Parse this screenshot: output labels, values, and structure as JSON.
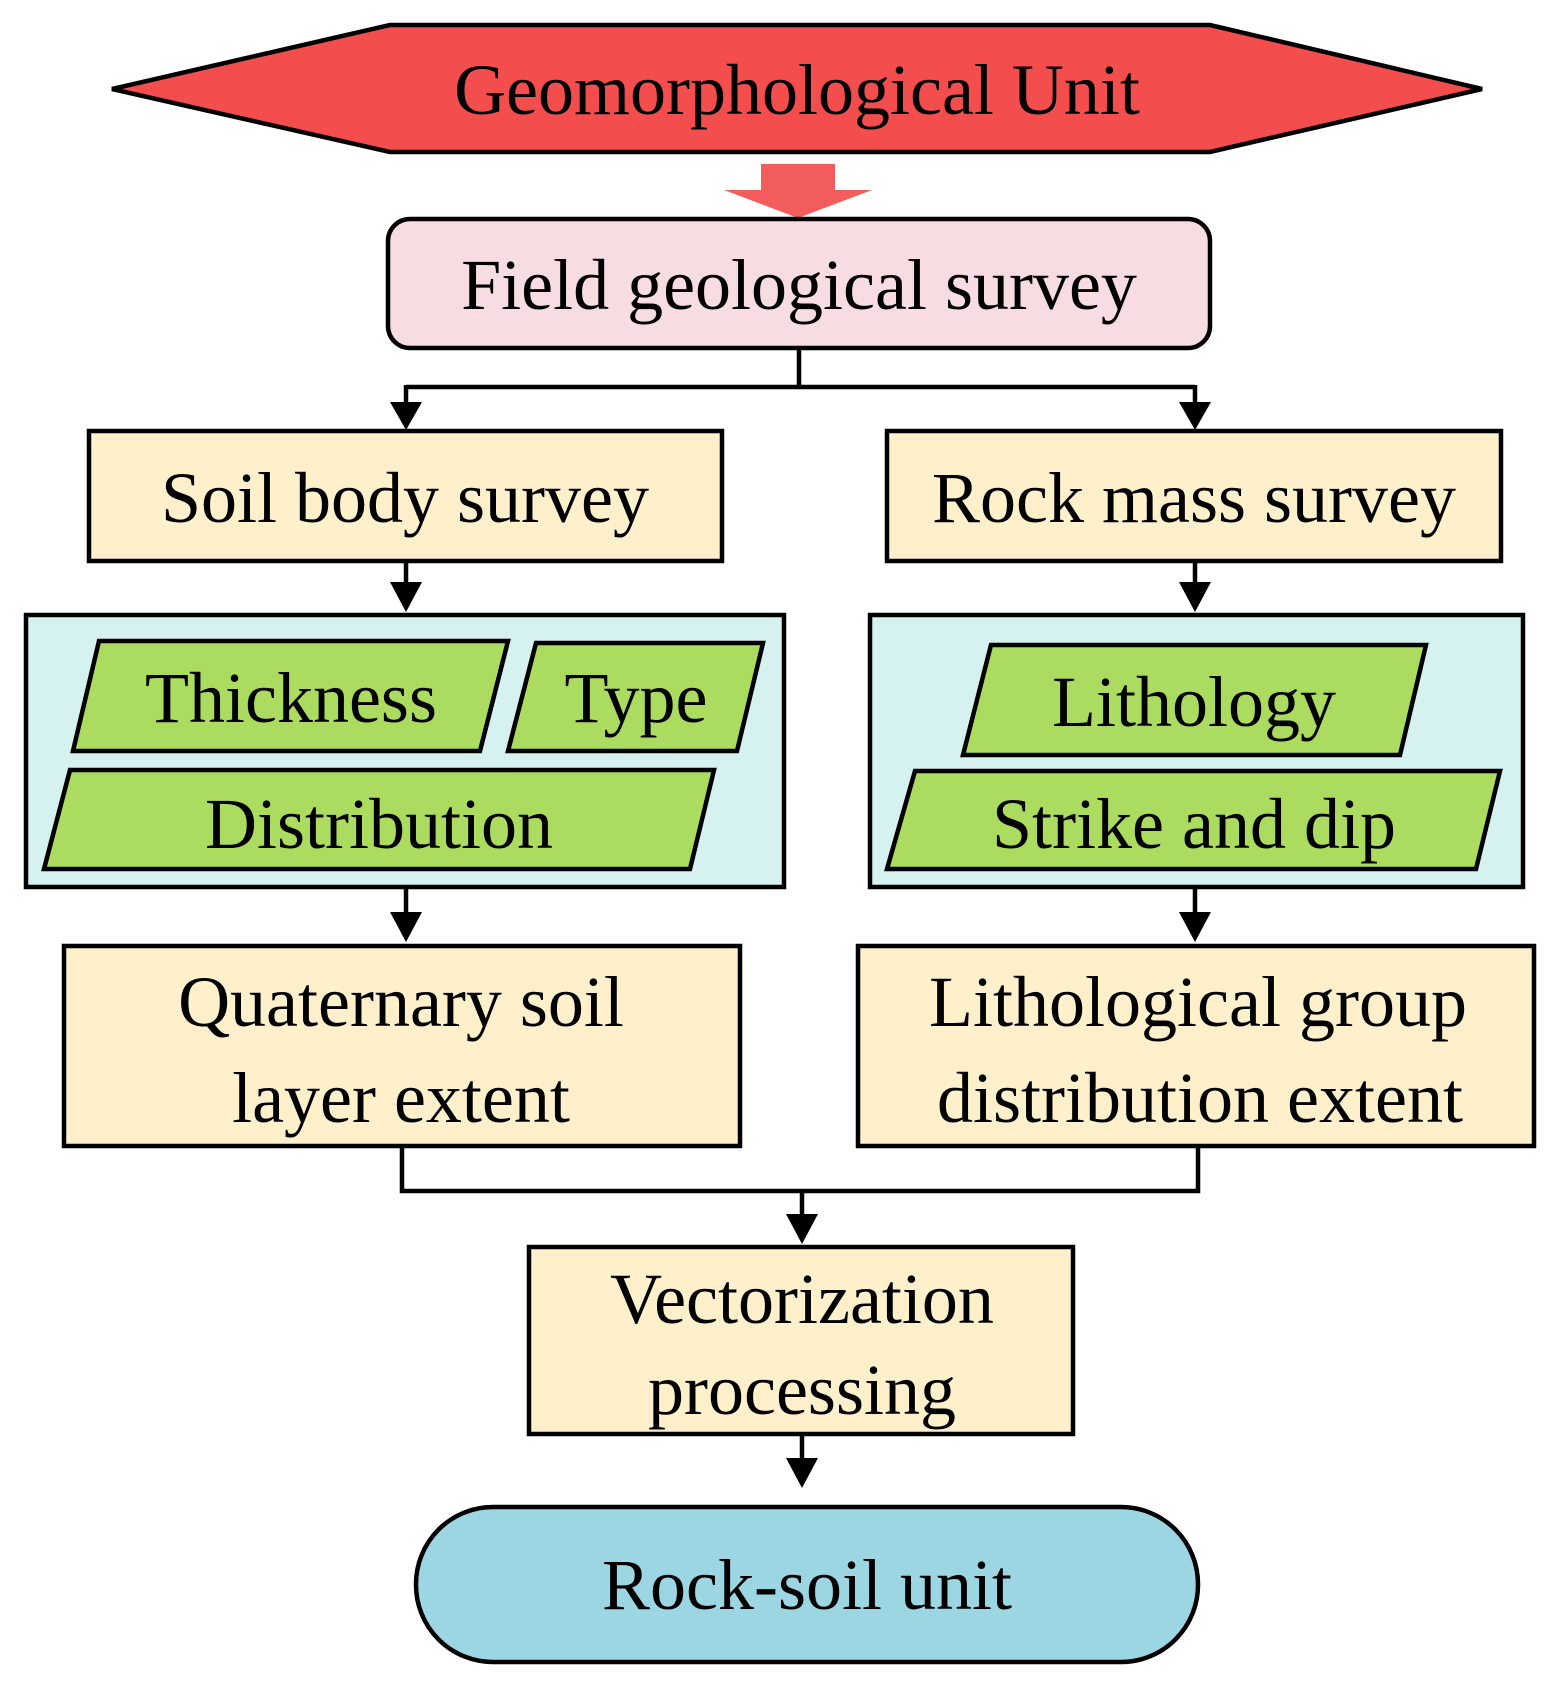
{
  "colors": {
    "header_hexagon": "#f44d4d",
    "header_arrow": "#f25c5c",
    "field_box": "#f7dde2",
    "process_box": "#fdf0cb",
    "group_panel": "#d5f1f0",
    "attribute_tag": "#abdc5f",
    "terminal": "#9cd6e2",
    "line": "#000000"
  },
  "nodes": {
    "geomorphological_unit": "Geomorphological Unit",
    "field_survey": "Field geological survey",
    "soil_body_survey": "Soil body survey",
    "rock_mass_survey": "Rock mass survey",
    "soil_attributes": {
      "thickness": "Thickness",
      "type": "Type",
      "distribution": "Distribution"
    },
    "rock_attributes": {
      "lithology": "Lithology",
      "strike_and_dip": "Strike and dip"
    },
    "quaternary_extent": {
      "line1": "Quaternary soil",
      "line2": "layer extent"
    },
    "lithological_extent": {
      "line1": "Lithological group",
      "line2": "distribution extent"
    },
    "vectorization": {
      "line1": "Vectorization",
      "line2": "processing"
    },
    "rock_soil_unit": "Rock-soil unit"
  }
}
